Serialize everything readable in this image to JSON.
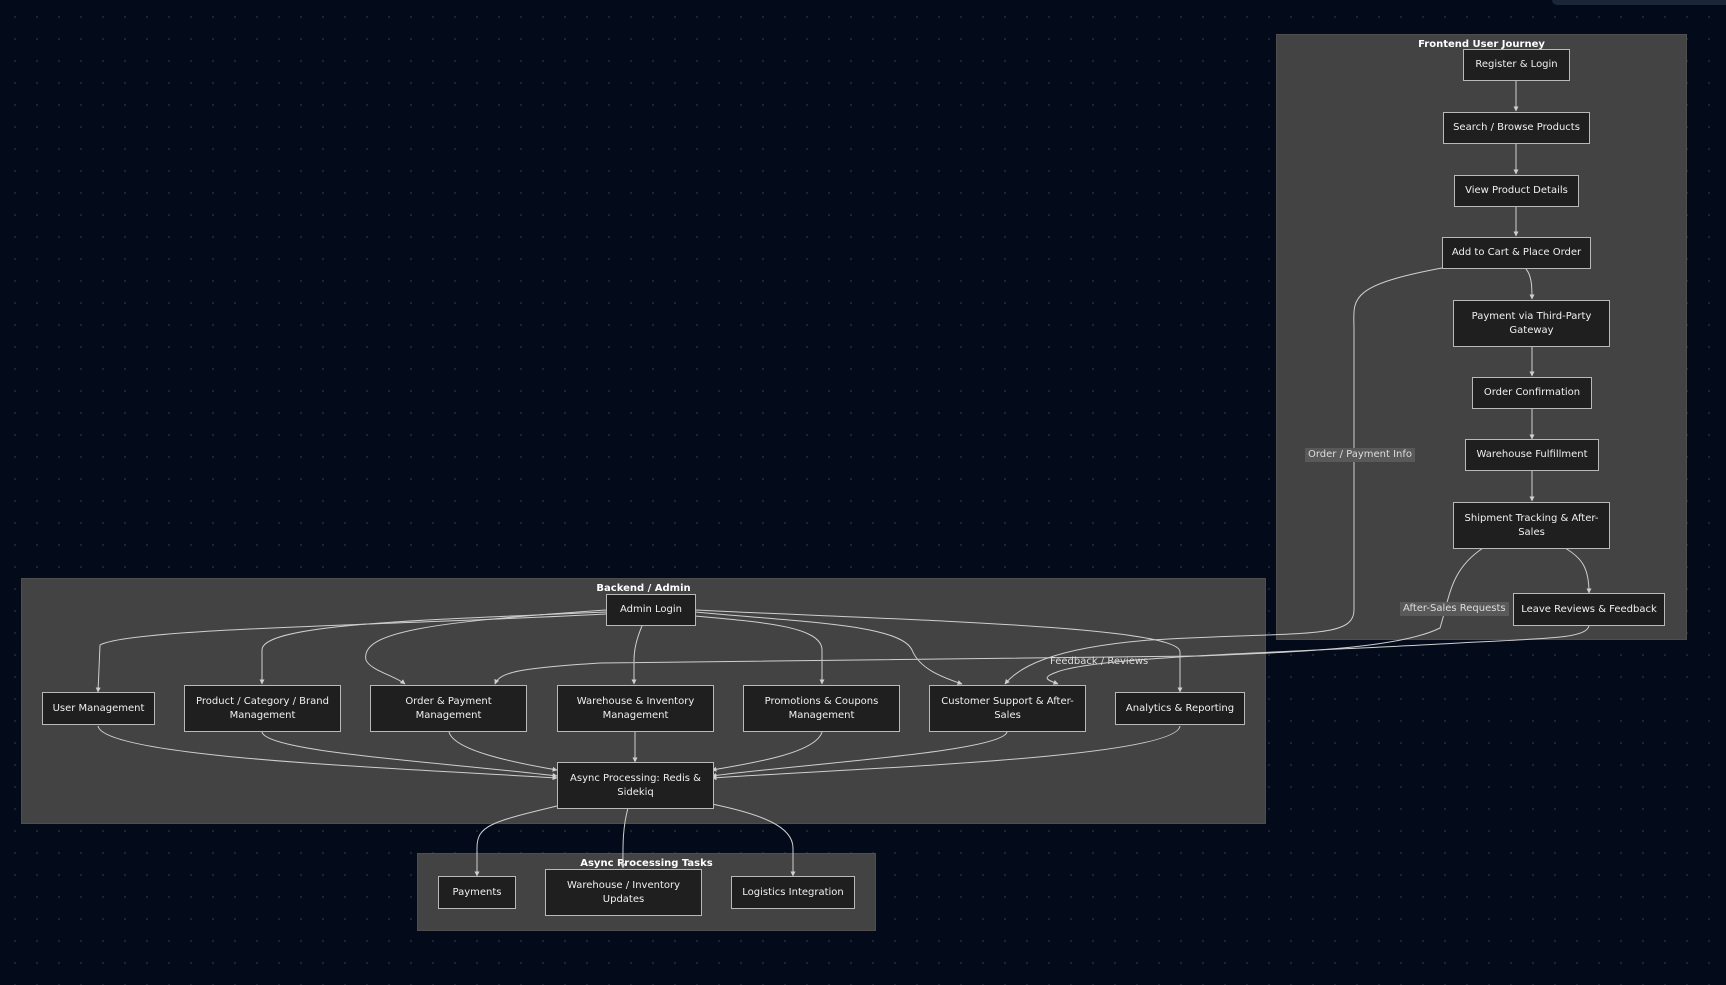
{
  "clusters": {
    "frontend": {
      "title": "Frontend User Journey"
    },
    "backend": {
      "title": "Backend / Admin"
    },
    "async": {
      "title": "Async Processing Tasks"
    }
  },
  "nodes": {
    "register_login": "Register & Login",
    "search_browse": "Search / Browse Products",
    "view_details": "View Product Details",
    "add_cart": "Add to Cart & Place Order",
    "payment_gateway": "Payment via Third-Party Gateway",
    "order_confirmation": "Order Confirmation",
    "warehouse_fulfillment": "Warehouse Fulfillment",
    "shipment_tracking": "Shipment Tracking & After-Sales",
    "leave_reviews": "Leave Reviews & Feedback",
    "admin_login": "Admin Login",
    "user_management": "User Management",
    "product_management": "Product / Category / Brand Management",
    "order_payment_management": "Order & Payment Management",
    "warehouse_inventory_management": "Warehouse & Inventory Management",
    "promotions_management": "Promotions & Coupons Management",
    "customer_support": "Customer Support & After-Sales",
    "analytics_reporting": "Analytics & Reporting",
    "async_processing": "Async Processing: Redis & Sidekiq",
    "payments": "Payments",
    "warehouse_updates": "Warehouse / Inventory Updates",
    "logistics_integration": "Logistics Integration"
  },
  "edge_labels": {
    "order_payment_info": "Order / Payment Info",
    "after_sales_requests": "After-Sales Requests",
    "feedback_reviews": "Feedback / Reviews"
  },
  "colors": {
    "background": "#030a19",
    "cluster_fill": "#434343",
    "node_fill": "#1f1f1f",
    "node_border": "#b9b9b9",
    "edge": "#cfcfcf",
    "text": "#f0f0f0"
  }
}
